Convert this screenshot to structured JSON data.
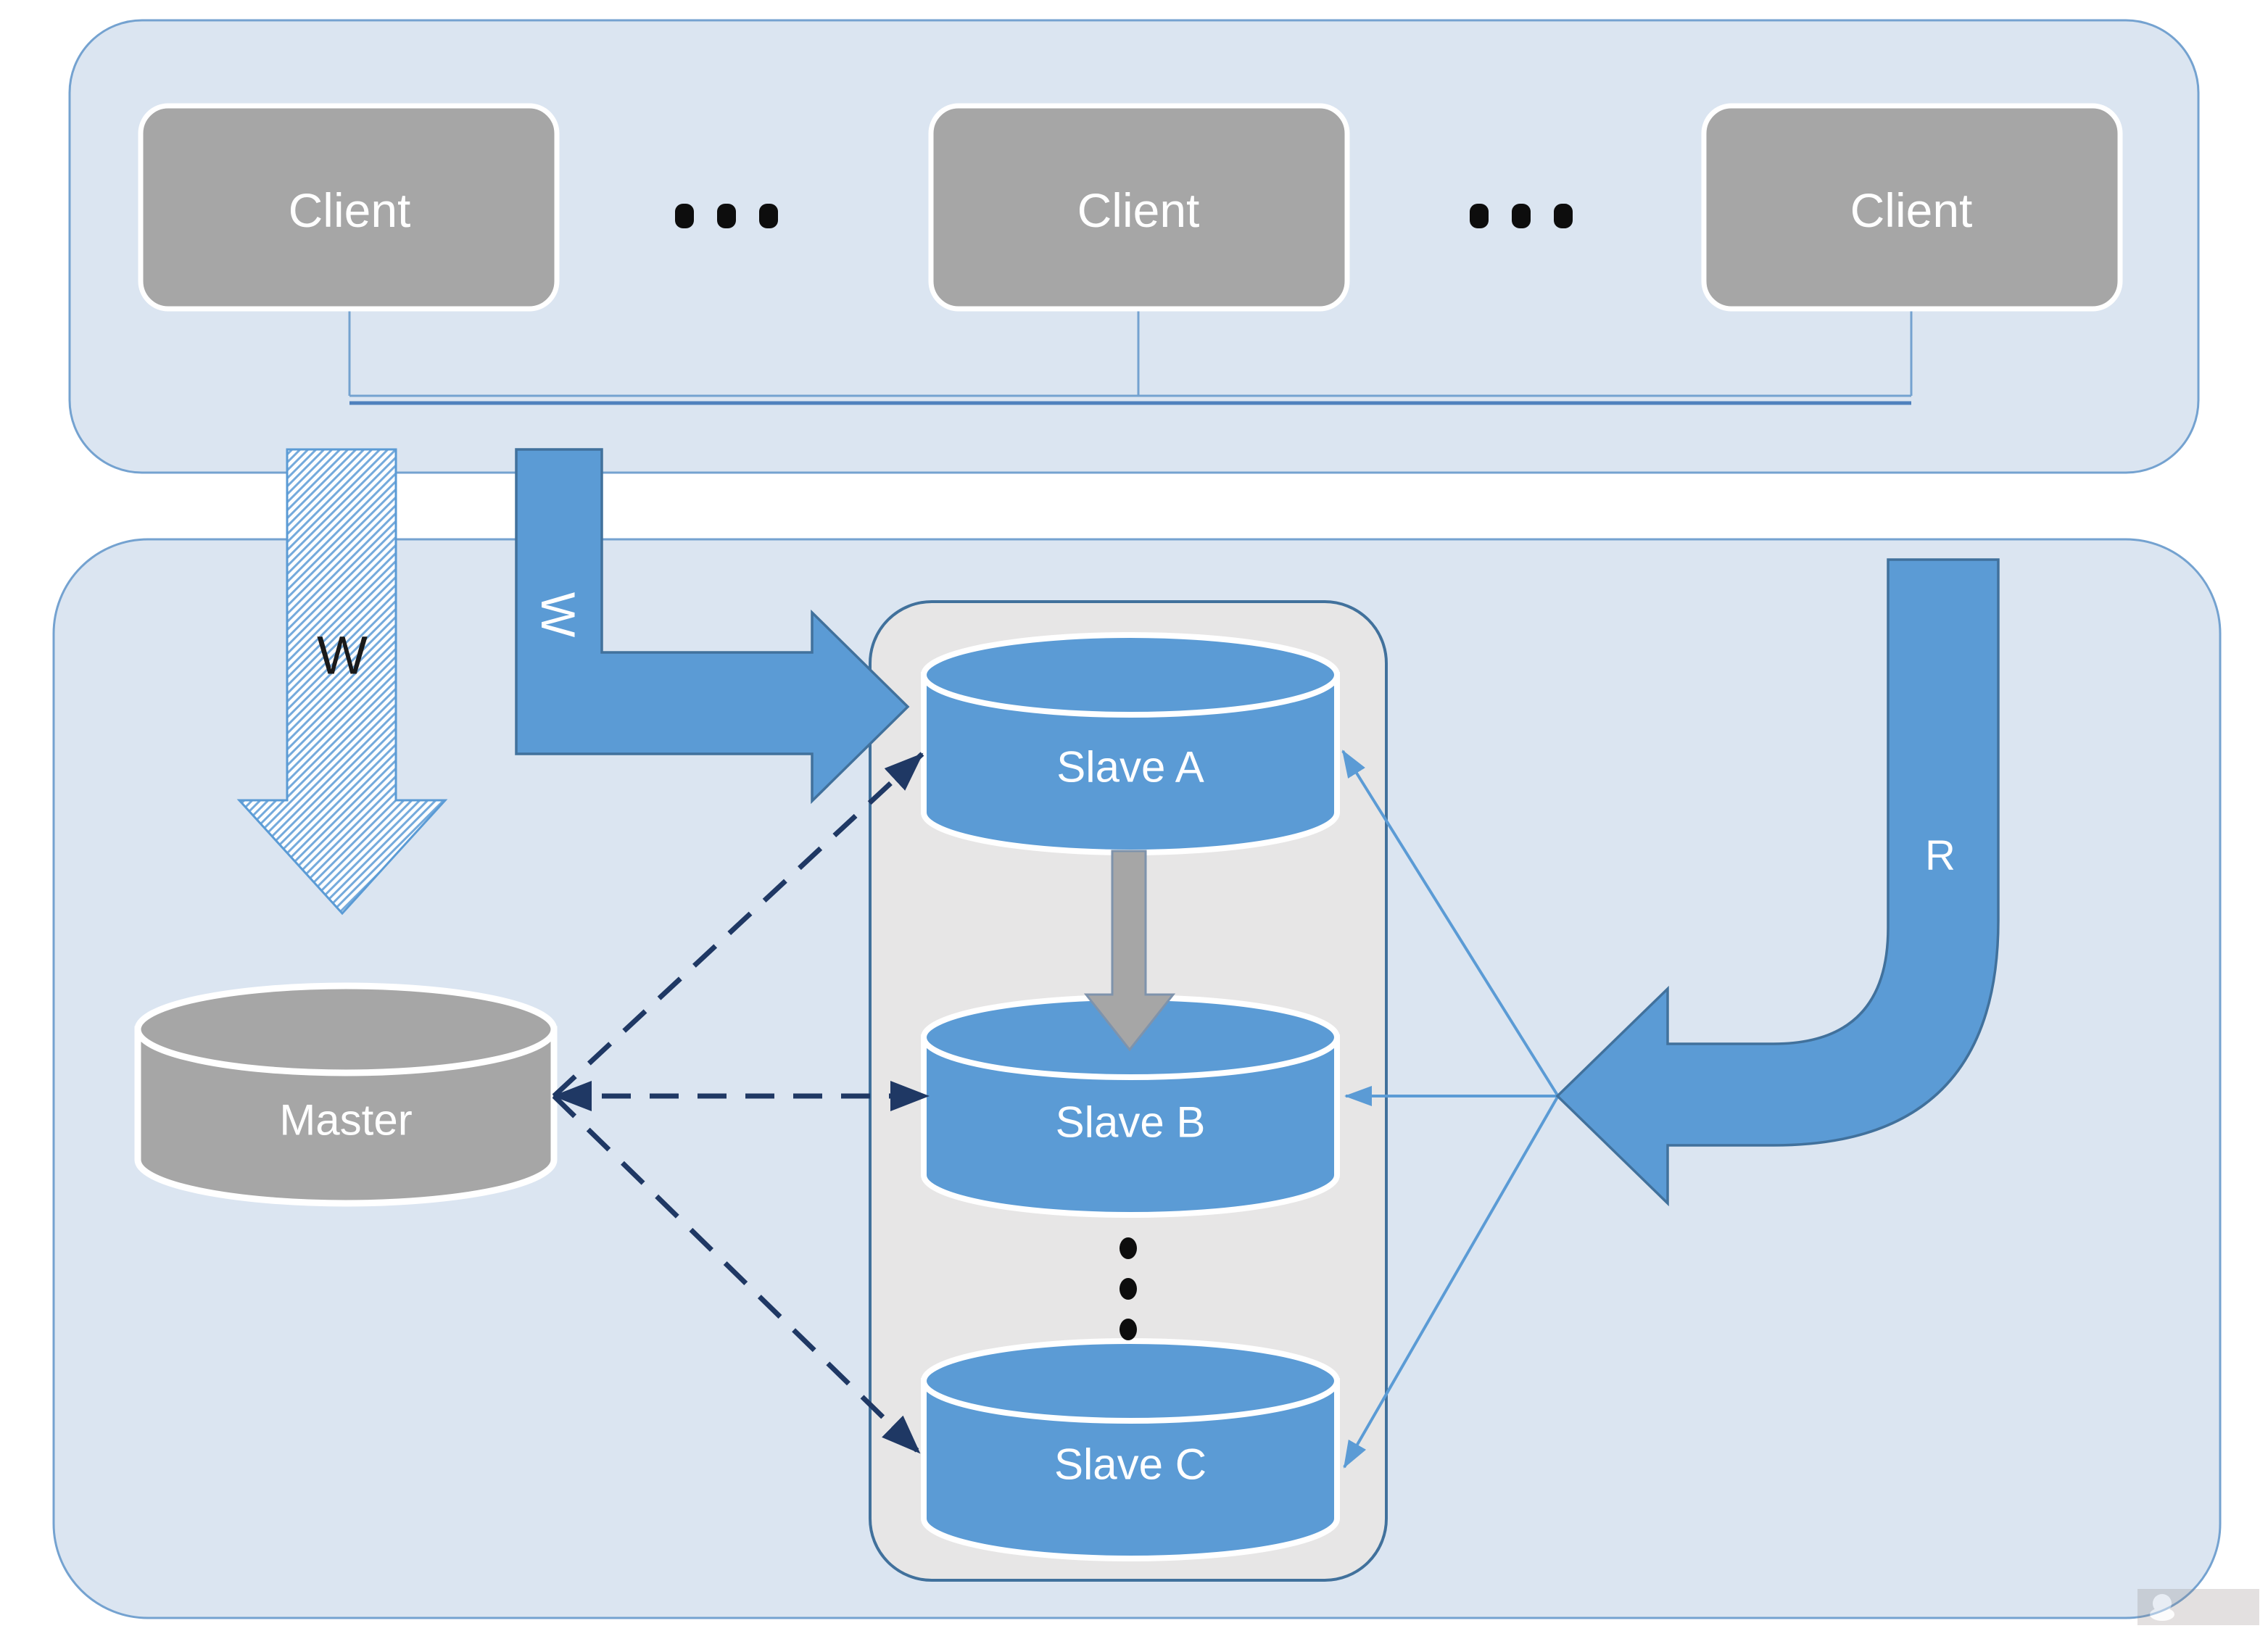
{
  "colors": {
    "panel_fill": "#dbe5f1",
    "panel_border": "#74a2d0",
    "client_gray": "#a6a6a6",
    "cylinder_blue": "#5b9bd5",
    "blue_arrow_fill": "#5b9bd5",
    "blue_arrow_border": "#41719c",
    "container_fill": "#e7e6e6",
    "container_border": "#41719c",
    "dashed_arrow_navy": "#1f3864",
    "thin_arrow_blue": "#5b9bd5",
    "gray_arrow_fill": "#a6a6a6",
    "gray_arrow_border": "#7e93ac",
    "connector_thin": "#74a2d0",
    "connector_thick": "#4f81bd",
    "dot_black": "#0d0d0d"
  },
  "clients_panel": {
    "clients": [
      {
        "label": "Client"
      },
      {
        "label": "Client"
      },
      {
        "label": "Client"
      }
    ]
  },
  "storage_panel": {
    "master": {
      "label": "Master"
    },
    "slaves": [
      {
        "label": "Slave A"
      },
      {
        "label": "Slave B"
      },
      {
        "label": "Slave C"
      }
    ]
  },
  "arrows": {
    "client_write_direct": {
      "label": "W",
      "style": "hatched-down-arrow"
    },
    "client_write_chained": {
      "label": "W",
      "style": "solid-elbow-right-arrow"
    },
    "client_read": {
      "label": "R",
      "style": "solid-curved-left-arrow"
    }
  },
  "icons": {
    "horizontal_ellipsis": "three-dots-horizontal",
    "vertical_ellipsis": "three-dots-vertical",
    "watermark": "processon-logo-badge"
  }
}
